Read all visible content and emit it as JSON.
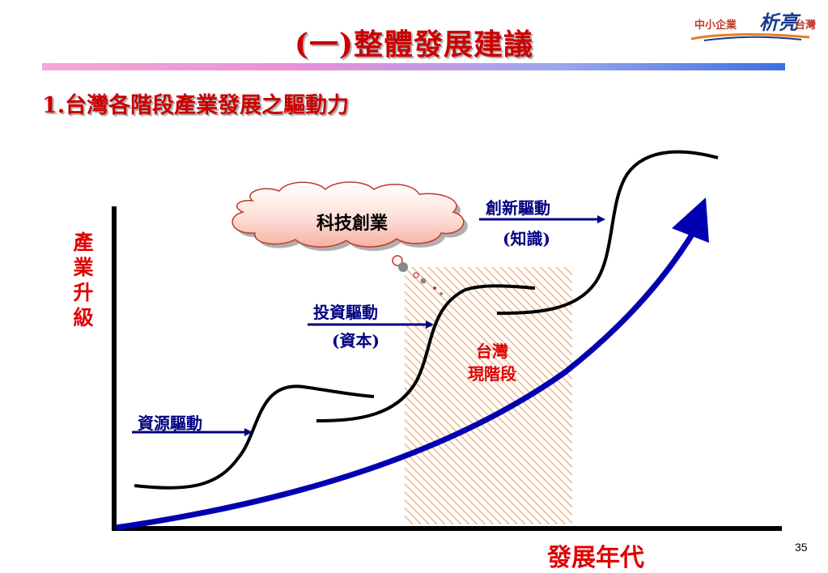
{
  "header": {
    "title": "(一)整體發展建議",
    "logo": {
      "prefix": "中小企業",
      "main": "析亮",
      "suffix": "台灣"
    }
  },
  "section": {
    "subtitle": "1.台灣各階段產業發展之驅動力"
  },
  "diagram": {
    "y_axis_label": "產業升級",
    "x_axis_label": "發展年代",
    "cloud_label": "科技創業",
    "stages": [
      {
        "label": "資源驅動"
      },
      {
        "label": "投資驅動",
        "sub": "(資本)"
      },
      {
        "label": "創新驅動",
        "sub": "(知識)"
      }
    ],
    "current_stage": {
      "line1": "台灣",
      "line2": "現階段"
    },
    "colors": {
      "red": "#e00000",
      "navy": "#000080",
      "arrow": "#0000b0",
      "hatch": "#f2b487"
    }
  },
  "footer": {
    "page_number": "35"
  }
}
